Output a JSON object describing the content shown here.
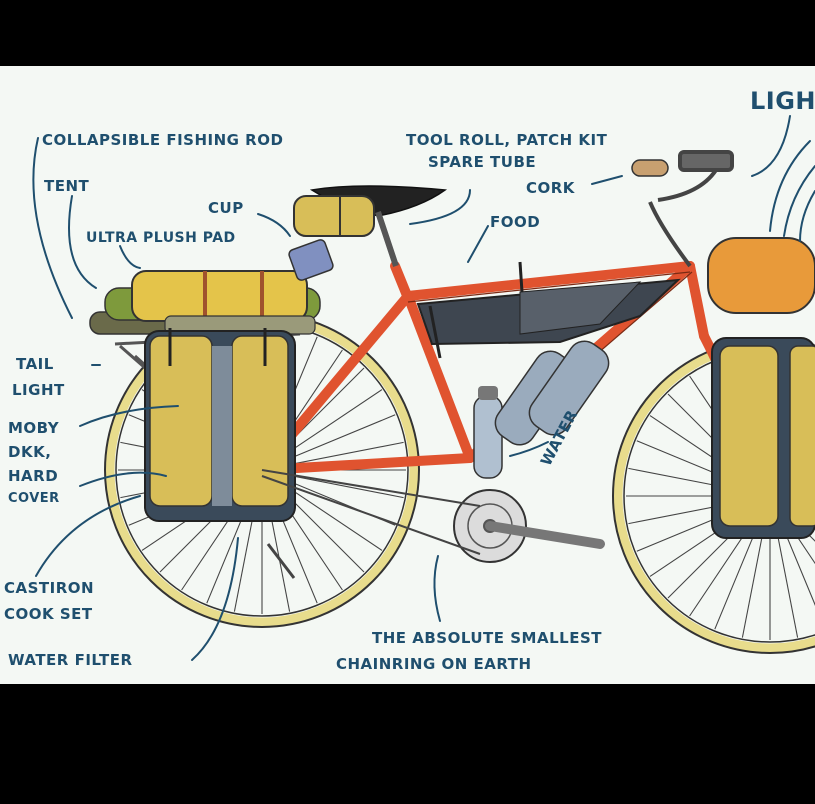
{
  "colors": {
    "background": "#f4f8f4",
    "frame": "#e0532f",
    "bag": "#d9bf55",
    "ink": "#1f4f6e",
    "tire": "#e8dc8c"
  },
  "labels": {
    "light": "LIGH",
    "collapsible_fishing_rod": "COLLAPSIBLE FISHING ROD",
    "tool_roll_line1": "TOOL ROLL, PATCH KIT",
    "tool_roll_line2": "SPARE TUBE",
    "tent": "TENT",
    "cup": "CUP",
    "cork": "CORK",
    "ultra_plush_pad": "ULTRA PLUSH PAD",
    "food": "FOOD",
    "tail_light_line1": "TAIL",
    "tail_light_line2": "LIGHT",
    "moby_line1": "MOBY",
    "moby_line2": "DKK,",
    "moby_line3": "HARD",
    "moby_line4": "COVER",
    "water": "WATER",
    "castiron_line1": "CASTIRON",
    "castiron_line2": "COOK SET",
    "water_filter": "WATER FILTER",
    "chainring_line1": "THE ABSOLUTE SMALLEST",
    "chainring_line2": "CHAINRING ON EARTH"
  }
}
